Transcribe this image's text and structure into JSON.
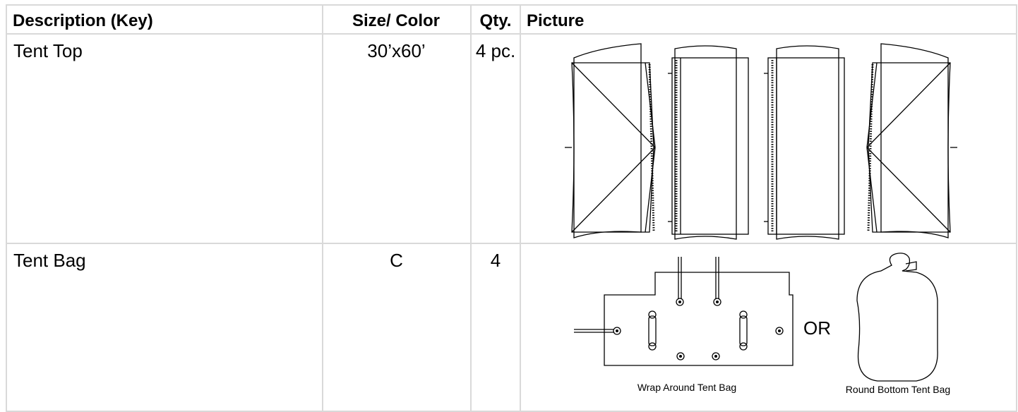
{
  "headers": {
    "description": "Description (Key)",
    "size_color": "Size/ Color",
    "qty": "Qty.",
    "picture": "Picture"
  },
  "rows": [
    {
      "description": "Tent Top",
      "size_color": "30’x60’",
      "qty": "4 pc.",
      "picture": "tent-top-panels-illustration"
    },
    {
      "description": "Tent Bag",
      "size_color": "C",
      "qty": "4",
      "picture": "tent-bag-illustration",
      "or_label": "OR",
      "captions": [
        "Wrap Around Tent Bag",
        "Round Bottom Tent Bag"
      ]
    }
  ]
}
